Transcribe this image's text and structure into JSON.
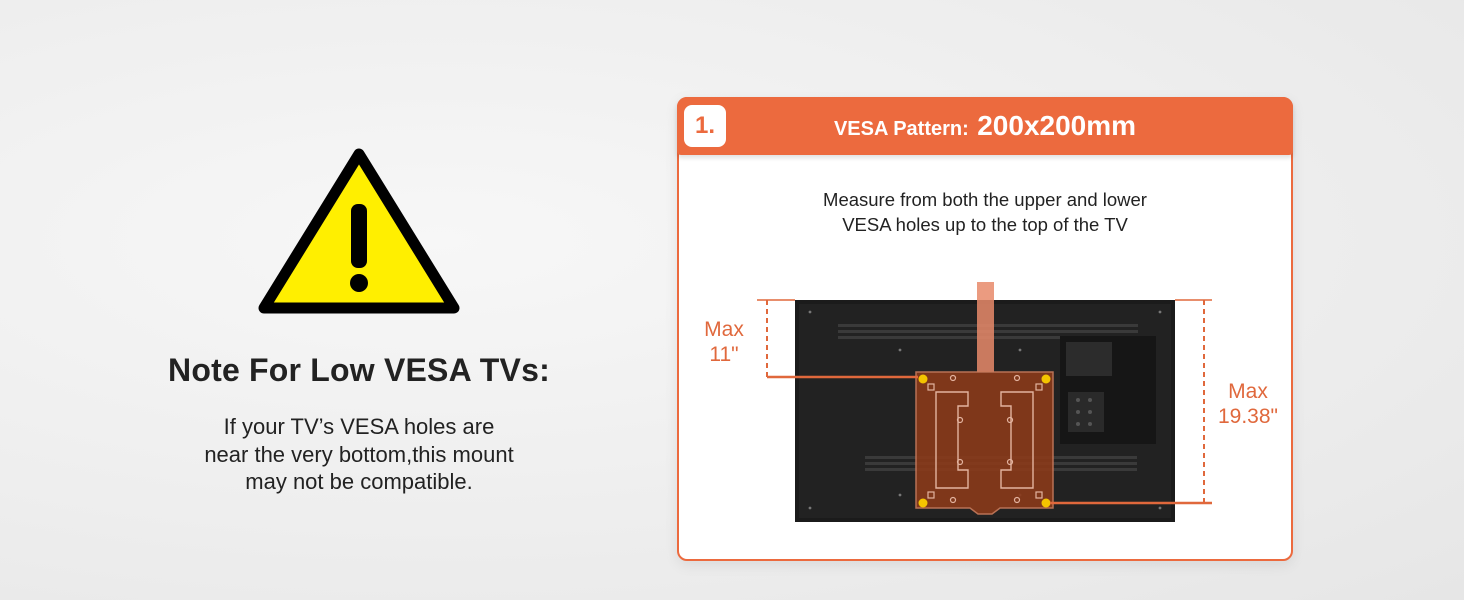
{
  "note": {
    "title": "Note For Low VESA TVs:",
    "body_lines": [
      "If your TV’s VESA holes are",
      "near the very bottom,this mount",
      "may not be compatible."
    ]
  },
  "card": {
    "step_number": "1.",
    "header_label": "VESA Pattern:",
    "header_value": "200x200mm",
    "instruction_lines": [
      "Measure from both the upper and lower",
      "VESA holes up to the top of the TV"
    ]
  },
  "diagram": {
    "upper_measure": {
      "line1": "Max",
      "line2": "11\""
    },
    "lower_measure": {
      "line1": "Max",
      "line2": "19.38\""
    }
  },
  "colors": {
    "accent": "#ec6a3e",
    "warning_yellow": "#ffef00",
    "tv_body": "#1b1b1b",
    "mount_plate": "#8a3a1a",
    "hole_marker": "#f4c400"
  },
  "icons": [
    "warning-triangle-icon"
  ]
}
